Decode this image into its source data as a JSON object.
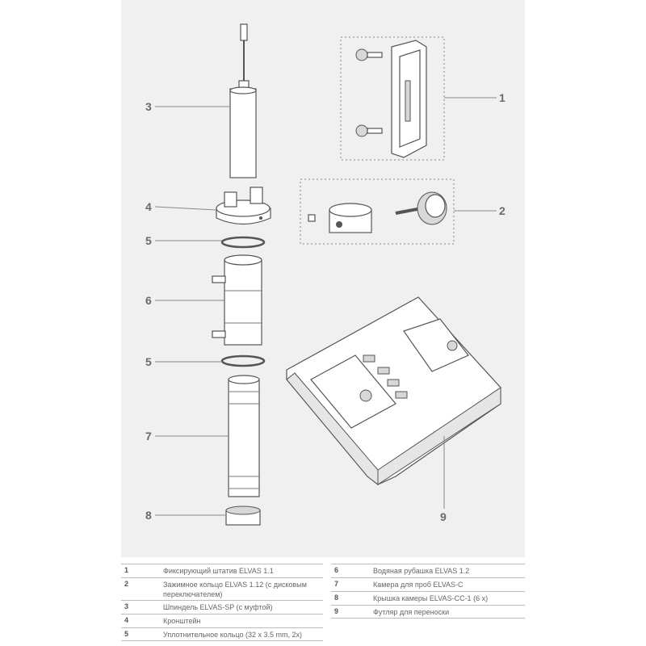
{
  "callouts": {
    "c1": "1",
    "c2": "2",
    "c3": "3",
    "c4": "4",
    "c5a": "5",
    "c5b": "5",
    "c6": "6",
    "c7": "7",
    "c8": "8",
    "c9": "9"
  },
  "legend": {
    "left": [
      {
        "num": "1",
        "text": "Фиксирующий штатив ELVAS 1.1"
      },
      {
        "num": "2",
        "text": "Зажимное кольцо ELVAS 1.12 (с дисковым переключателем)"
      },
      {
        "num": "3",
        "text": "Шпиндель ELVAS-SP (с муфтой)"
      },
      {
        "num": "4",
        "text": "Кронштейн"
      },
      {
        "num": "5",
        "text": "Уплотнительное кольцо (32 x 3.5 mm, 2x)"
      }
    ],
    "right": [
      {
        "num": "6",
        "text": "Водяная рубашка ELVAS 1.2"
      },
      {
        "num": "7",
        "text": "Камера для проб ELVAS-C"
      },
      {
        "num": "8",
        "text": "Крышка камеры ELVAS-CC-1 (6 x)"
      },
      {
        "num": "9",
        "text": "Футляр для переноски"
      }
    ]
  }
}
